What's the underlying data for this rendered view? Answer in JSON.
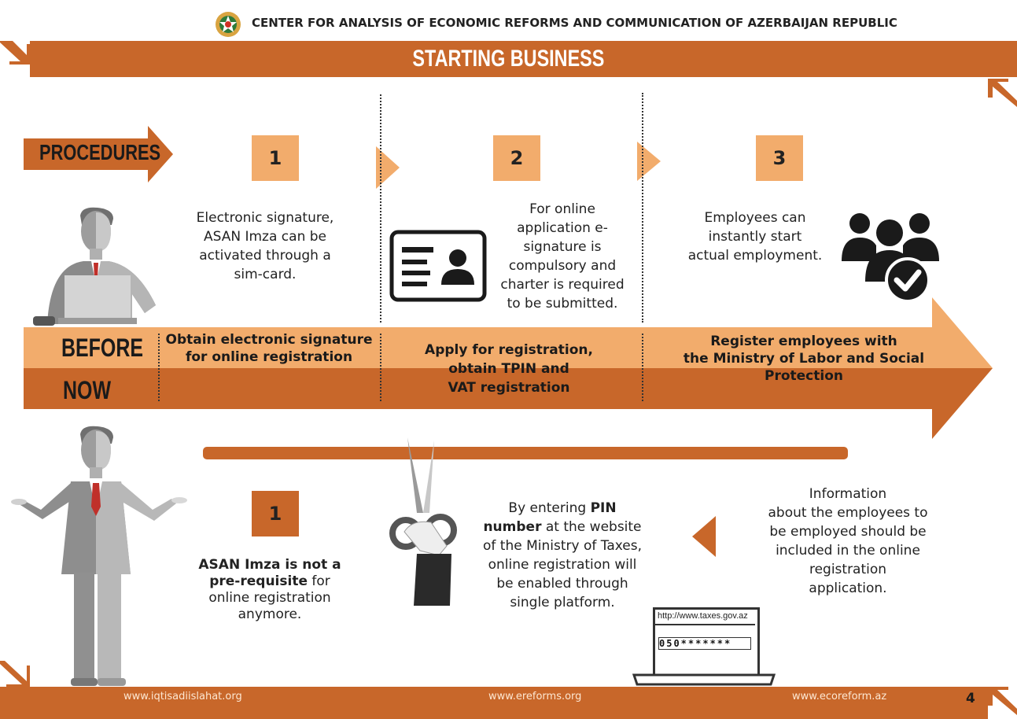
{
  "header": {
    "org_name": "CENTER FOR ANALYSIS OF ECONOMIC REFORMS AND COMMUNICATION OF AZERBAIJAN REPUBLIC",
    "title": "STARTING BUSINESS"
  },
  "procedures_label": "PROCEDURES",
  "before_label": "BEFORE",
  "now_label": "NOW",
  "before": [
    {
      "number": "1",
      "text": "Electronic signature, ASAN Imza can be activated through a sim-card.",
      "lines": [
        "Electronic signature,",
        "ASAN Imza can be",
        "activated through a",
        "sim-card."
      ],
      "band_lines": [
        "Obtain electronic signature",
        "for online registration"
      ]
    },
    {
      "number": "2",
      "lines": [
        "For online",
        "application e-",
        "signature is",
        "compulsory and",
        "charter is required",
        "to be submitted."
      ],
      "band_lines": [
        "Apply for registration,",
        "obtain TPIN and",
        "VAT registration"
      ]
    },
    {
      "number": "3",
      "lines": [
        "Employees can",
        "instantly start",
        "actual employment."
      ],
      "band_lines": [
        "Register employees with",
        "the Ministry of Labor and Social Protection"
      ]
    }
  ],
  "now": {
    "number": "1",
    "step1": {
      "bold1": "ASAN Imza is not a",
      "bold2": "pre-requisite",
      "rest2": " for",
      "line3": "online registration",
      "line4": "anymore."
    },
    "step2": {
      "line1_pre": "By entering ",
      "line1_bold": "PIN",
      "line2_bold": "number",
      "line2_rest": "  at the website",
      "line3": "of the Ministry of Taxes,",
      "line4": "online registration will",
      "line5": "be enabled through",
      "line6": "single platform."
    },
    "step3": {
      "lines": [
        "Information",
        "about the employees to",
        "be employed should be",
        "included in the online",
        "registration",
        "application."
      ]
    },
    "browser_url": "http://www.taxes.gov.az",
    "browser_pin": "050*******"
  },
  "footer": {
    "link1": "www.iqtisadiislahat.org",
    "link2": "www.ereforms.org",
    "link3": "www.ecoreform.az",
    "page_number": "4"
  },
  "colors": {
    "dark_orange": "#c8672a",
    "light_orange": "#f2ac6c",
    "dark_gray": "#2a2a2a"
  }
}
